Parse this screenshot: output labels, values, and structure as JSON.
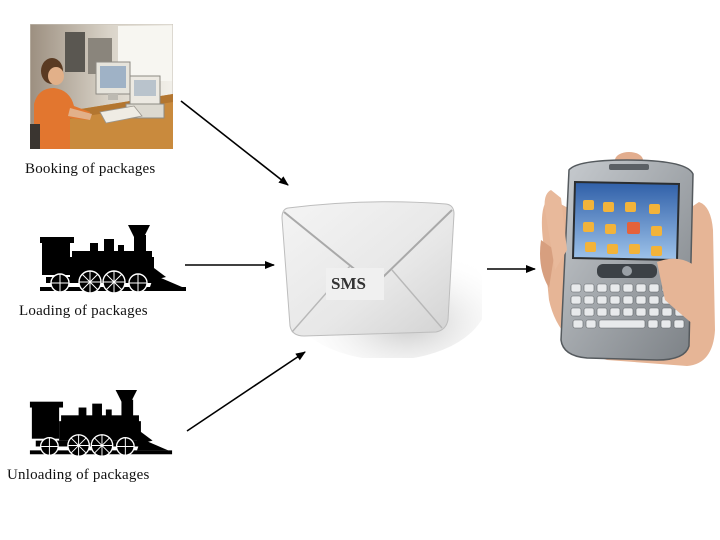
{
  "sources": [
    {
      "label": "Booking of packages",
      "icon": "office-computer-icon"
    },
    {
      "label": "Loading of packages",
      "icon": "steam-locomotive-icon"
    },
    {
      "label": "Unloading of packages",
      "icon": "steam-locomotive-icon"
    }
  ],
  "hub": {
    "label": "SMS",
    "icon": "envelope-icon"
  },
  "target": {
    "icon": "mobile-phone-icon"
  },
  "colors": {
    "arrow": "#000000",
    "silhouette": "#000000",
    "background": "#ffffff"
  }
}
